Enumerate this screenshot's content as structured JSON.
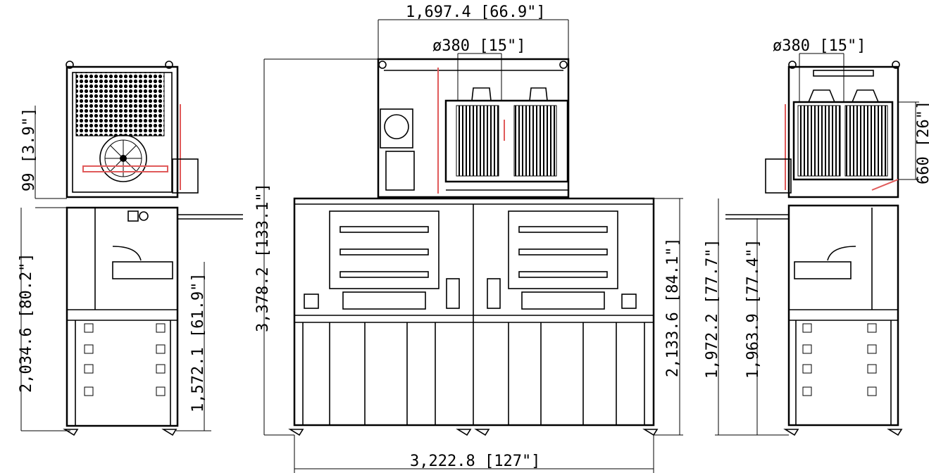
{
  "colors": {
    "line": "#000000",
    "accent": "#e05a5a",
    "background": "#ffffff"
  },
  "dimensions": {
    "top_width": "1,697.4 [66.9\"]",
    "duct_center": "ø380 [15\"]",
    "duct_right": "ø380 [15\"]",
    "overall_width": "3,222.8 [127\"]",
    "left_height_small": "99 [3.9\"]",
    "left_height_total": "2,034.6 [80.2\"]",
    "left_height_mid": "1,572.1 [61.9\"]",
    "front_total_height": "3,378.2 [133.1\"]",
    "front_base_height": "2,133.6 [84.1\"]",
    "right_height_a": "1,972.2 [77.7\"]",
    "right_height_b": "1,963.9 [77.4\"]",
    "right_top_partial": "660 [26\"]"
  },
  "icons": [
    "fan-icon",
    "gauge-icon",
    "filter-grid"
  ]
}
